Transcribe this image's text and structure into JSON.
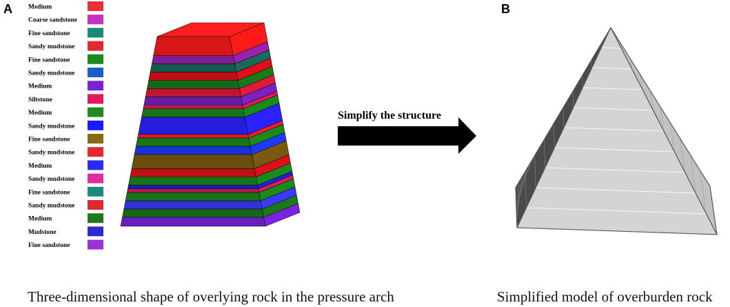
{
  "panels": [
    {
      "label": "A",
      "caption": "Three-dimensional shape of overlying rock in the pressure arch"
    },
    {
      "label": "B",
      "caption": "Simplified model of overburden rock"
    }
  ],
  "arrow_label": "Simplify the structure",
  "legend": [
    {
      "label": "Medium",
      "color": "#e8303a"
    },
    {
      "label": "Coarse sandstone",
      "color": "#c832c0"
    },
    {
      "label": "Fine sandstone",
      "color": "#1a8a7a"
    },
    {
      "label": "Sandy mudstone",
      "color": "#e02a30"
    },
    {
      "label": "Fine sandstone",
      "color": "#1f8a1f"
    },
    {
      "label": "Sandy mudstone",
      "color": "#1a5fc8"
    },
    {
      "label": "Medium",
      "color": "#7a22d8"
    },
    {
      "label": "Siltstone",
      "color": "#e01a5a"
    },
    {
      "label": "Medium",
      "color": "#1f8a1f"
    },
    {
      "label": "Sandy mudstone",
      "color": "#1a1aff"
    },
    {
      "label": "Fine sandstone",
      "color": "#8a6a10"
    },
    {
      "label": "Sandy mudstone",
      "color": "#e02a30"
    },
    {
      "label": "Medium",
      "color": "#2a2aff"
    },
    {
      "label": "Sandy mudstone",
      "color": "#e02aa0"
    },
    {
      "label": "Fine sandstone",
      "color": "#1a8a7a"
    },
    {
      "label": "Sandy mudstone",
      "color": "#e02a30"
    },
    {
      "label": "Medium",
      "color": "#1f7a1f"
    },
    {
      "label": "Mudstone",
      "color": "#2a2ad0"
    },
    {
      "label": "Fine sandstone",
      "color": "#9a30d8"
    }
  ],
  "rock_stack_colors": [
    "#ff1a1a",
    "#9a22b0",
    "#1a6a5a",
    "#e0101a",
    "#1a7a1a",
    "#e01a3a",
    "#7a22c8",
    "#e01a5a",
    "#1a8a1a",
    "#2a22ff",
    "#ff1a2a",
    "#1a8a1a",
    "#1f3aff",
    "#7a5a10",
    "#e0101a",
    "#1a8a1a",
    "#1f22d8",
    "#e01a5a",
    "#1a8a1a",
    "#3a3aff",
    "#1a7a1a",
    "#7a22e0"
  ],
  "colors": {
    "arrow": "#000000",
    "pyramid_face": "#d4d4d4",
    "pyramid_side": "#c2c2c2",
    "pyramid_edge": "#555555"
  }
}
